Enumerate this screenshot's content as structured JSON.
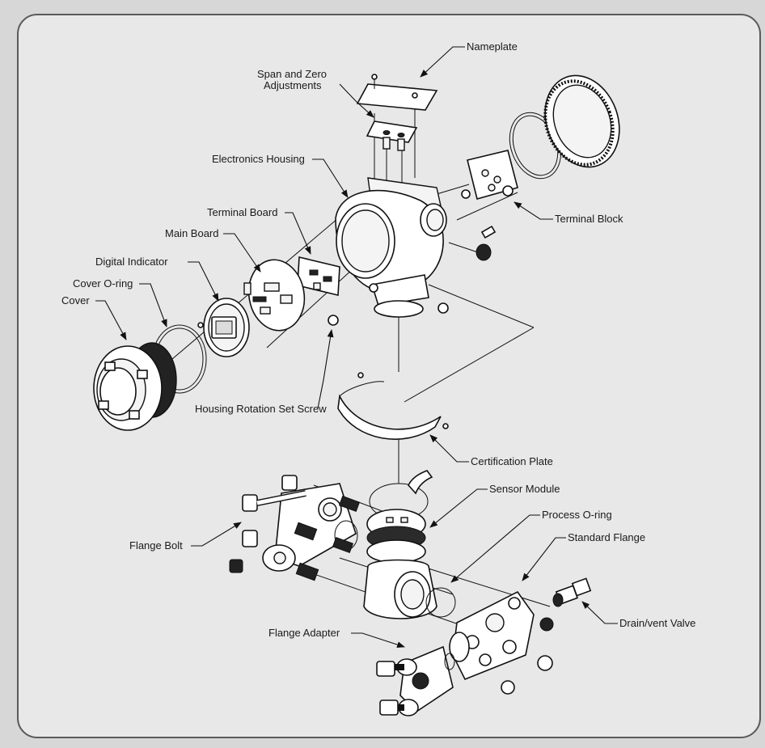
{
  "labels": {
    "nameplate": "Nameplate",
    "span_zero_1": "Span and Zero",
    "span_zero_2": "Adjustments",
    "electronics_housing": "Electronics Housing",
    "terminal_block": "Terminal Block",
    "terminal_board": "Terminal Board",
    "main_board": "Main Board",
    "digital_indicator": "Digital Indicator",
    "cover_oring": "Cover O-ring",
    "cover": "Cover",
    "housing_rotation_set_screw": "Housing Rotation Set Screw",
    "certification_plate": "Certification Plate",
    "sensor_module": "Sensor Module",
    "process_oring": "Process O-ring",
    "standard_flange": "Standard Flange",
    "flange_bolt": "Flange Bolt",
    "drain_vent_valve": "Drain/vent Valve",
    "flange_adapter": "Flange Adapter"
  },
  "colors": {
    "frame_background": "#e8e8e8",
    "frame_outer": "#d7d7d7",
    "frame_border": "#5a5a5a",
    "line": "#111111"
  }
}
